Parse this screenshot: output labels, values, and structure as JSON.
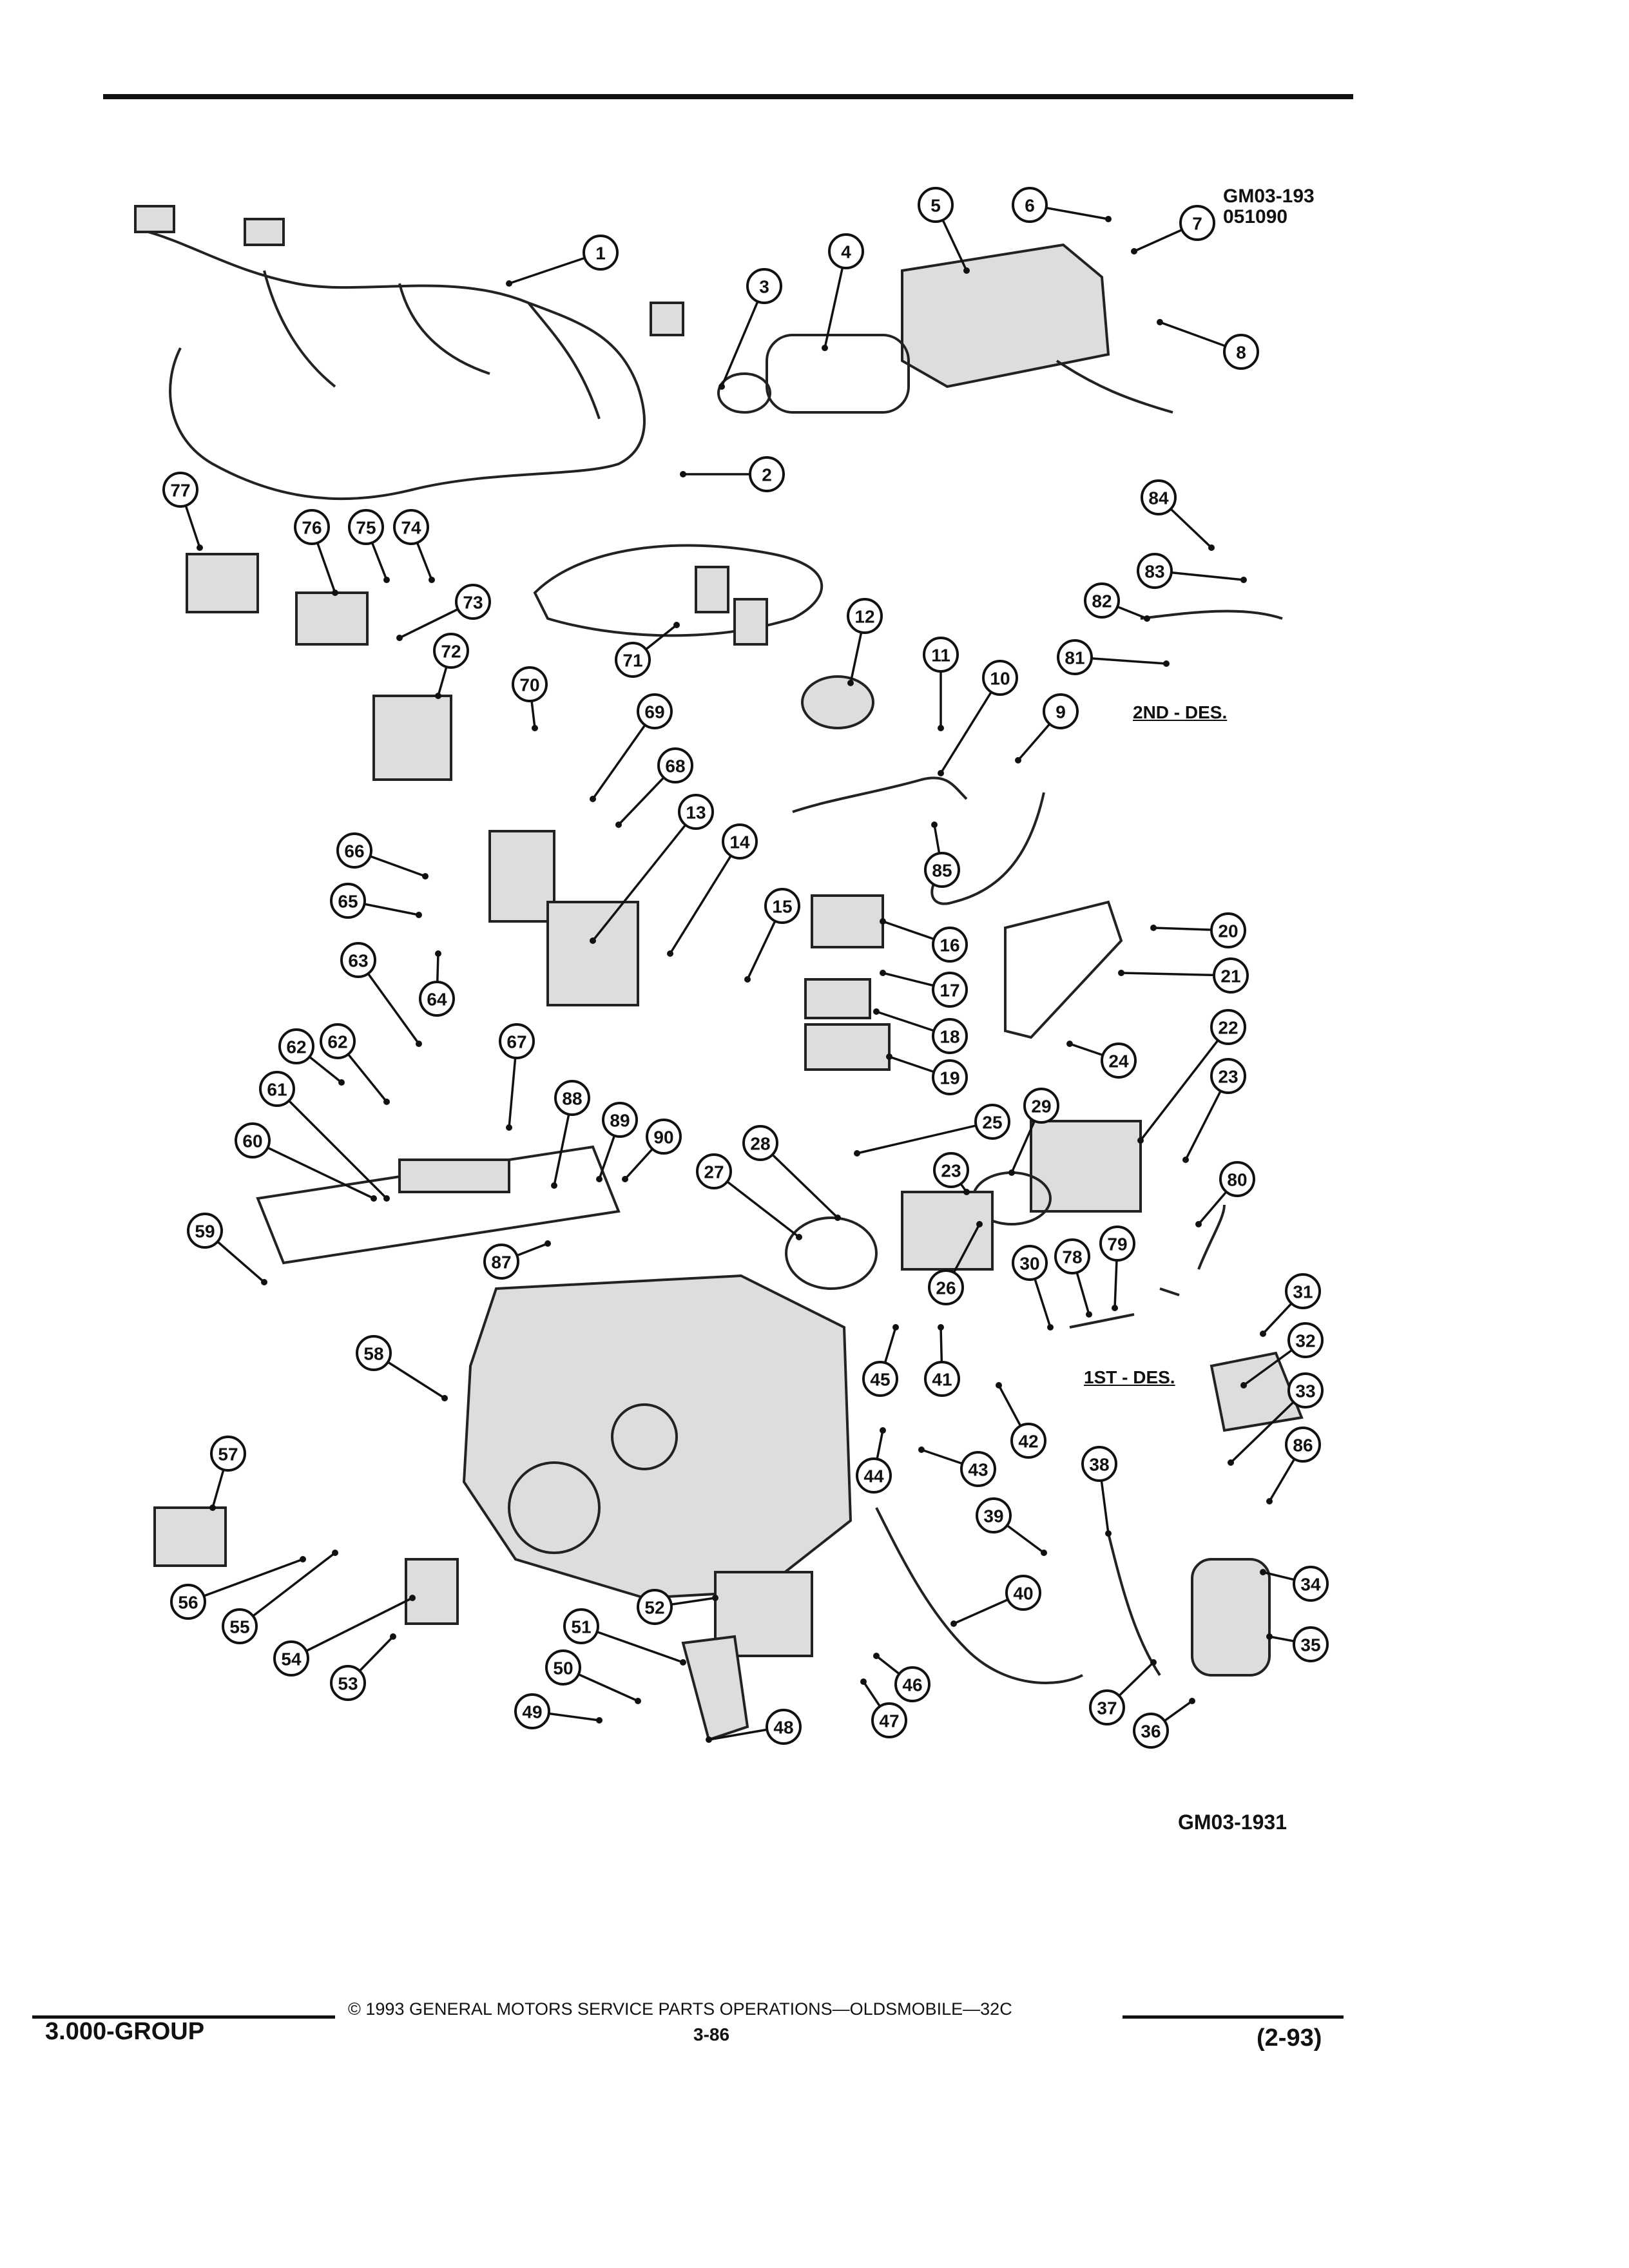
{
  "header": {
    "fig_code_top": "GM03-193",
    "fig_date": "051090",
    "fig_code_bottom": "GM03-1931"
  },
  "labels": {
    "second_design": "2ND - DES.",
    "first_design": "1ST - DES."
  },
  "footer": {
    "group": "3.000-GROUP",
    "copyright": "© 1993 GENERAL MOTORS SERVICE PARTS OPERATIONS—OLDSMOBILE—32C",
    "page": "3-86",
    "revision": "(2-93)"
  },
  "callouts": [
    "1",
    "2",
    "3",
    "4",
    "5",
    "6",
    "7",
    "8",
    "9",
    "10",
    "11",
    "12",
    "13",
    "14",
    "15",
    "16",
    "17",
    "18",
    "19",
    "20",
    "21",
    "22",
    "23",
    "24",
    "25",
    "26",
    "27",
    "28",
    "29",
    "30",
    "31",
    "32",
    "33",
    "34",
    "35",
    "36",
    "37",
    "38",
    "39",
    "40",
    "41",
    "42",
    "43",
    "44",
    "45",
    "46",
    "47",
    "48",
    "49",
    "50",
    "51",
    "52",
    "53",
    "54",
    "55",
    "56",
    "57",
    "58",
    "59",
    "60",
    "61",
    "62",
    "63",
    "64",
    "65",
    "66",
    "67",
    "68",
    "69",
    "70",
    "71",
    "72",
    "73",
    "74",
    "75",
    "76",
    "77",
    "78",
    "79",
    "80",
    "81",
    "82",
    "83",
    "84",
    "85",
    "86",
    "87",
    "88",
    "89",
    "90"
  ]
}
